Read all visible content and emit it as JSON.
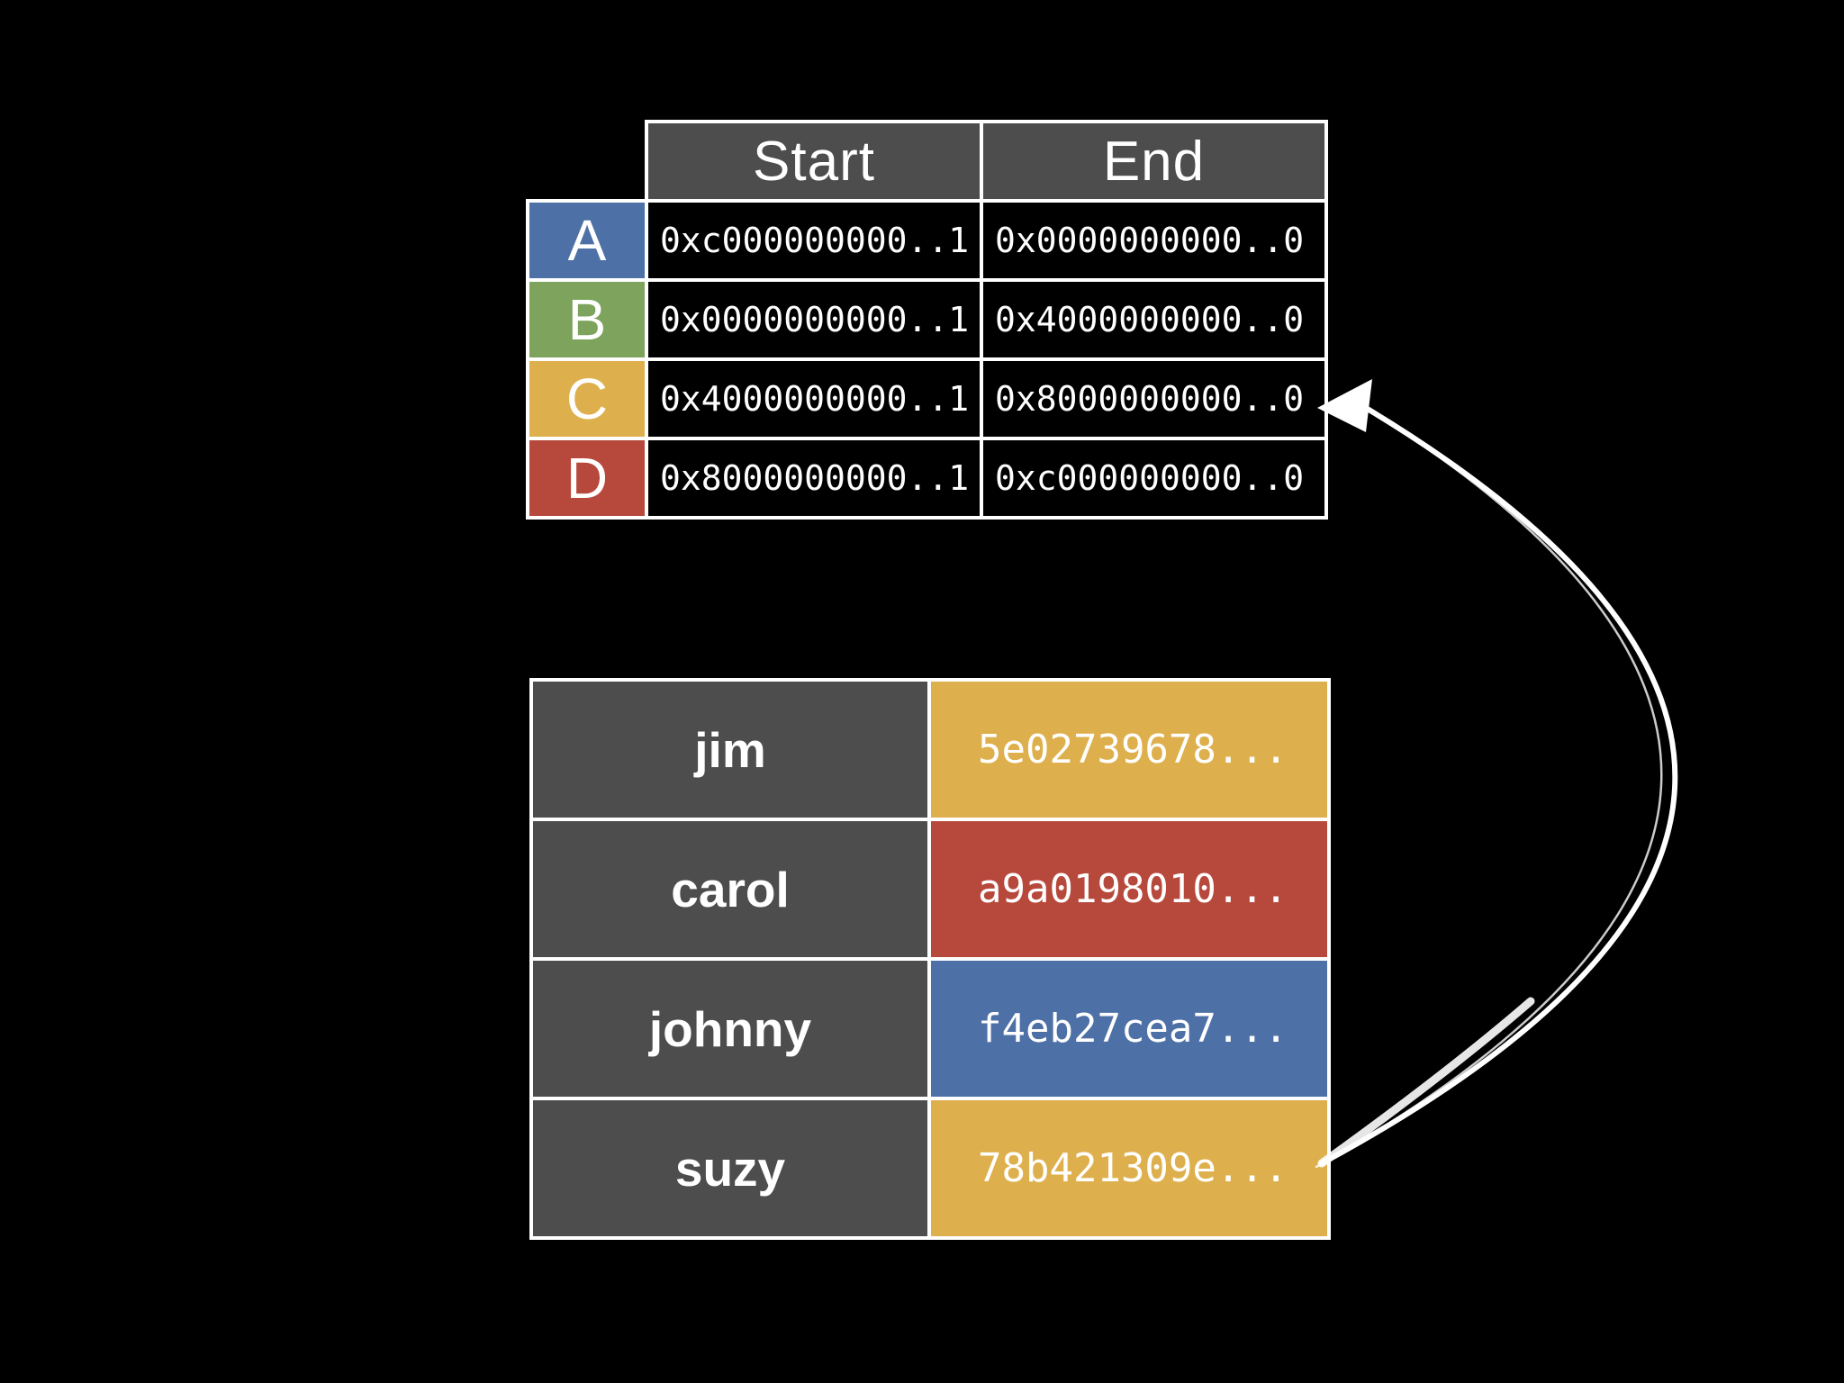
{
  "background_color": "#000000",
  "border_color": "#ffffff",
  "palette": {
    "blue": "#4d70a6",
    "green": "#7da35c",
    "yellow": "#deb04d",
    "red": "#b7493c",
    "dark_gray": "#4d4d4d",
    "white": "#ffffff",
    "black": "#000000"
  },
  "top_table": {
    "columns": [
      "Start",
      "End"
    ],
    "header_color": "#4d4d4d",
    "cell_color": "#000000",
    "rows": [
      {
        "label": "A",
        "color": "#4d70a6",
        "start": "0xc000000000..1",
        "end": "0x0000000000..0"
      },
      {
        "label": "B",
        "color": "#7da35c",
        "start": "0x0000000000..1",
        "end": "0x4000000000..0"
      },
      {
        "label": "C",
        "color": "#deb04d",
        "start": "0x4000000000..1",
        "end": "0x8000000000..0"
      },
      {
        "label": "D",
        "color": "#b7493c",
        "start": "0x8000000000..1",
        "end": "0xc000000000..0"
      }
    ]
  },
  "bottom_table": {
    "name_cell_color": "#4d4d4d",
    "rows": [
      {
        "name": "jim",
        "hash": "5e02739678...",
        "color": "#deb04d"
      },
      {
        "name": "carol",
        "hash": "a9a0198010...",
        "color": "#b7493c"
      },
      {
        "name": "johnny",
        "hash": "f4eb27cea7...",
        "color": "#4d70a6"
      },
      {
        "name": "suzy",
        "hash": "78b421309e...",
        "color": "#deb04d"
      }
    ]
  },
  "arrow": {
    "color": "#ffffff",
    "from": "suzy-hash-cell",
    "to": "row-c-end-cell"
  }
}
